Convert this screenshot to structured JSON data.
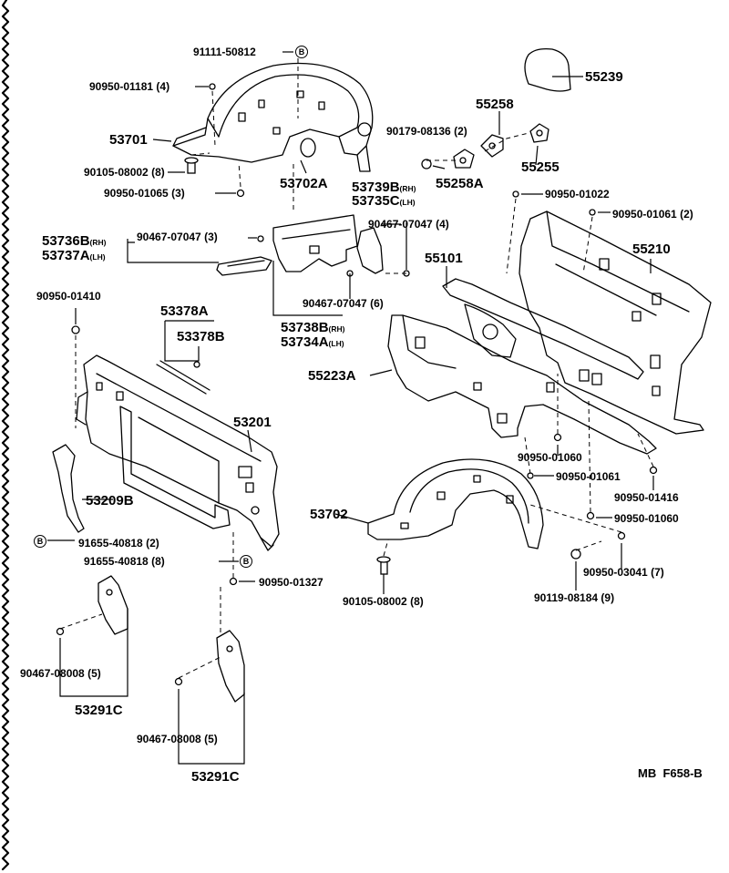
{
  "diagram": {
    "reference_code": "MB  F658-B",
    "callout_letter": "B",
    "callouts": [
      {
        "part": "91111-50812",
        "qty": ""
      },
      {
        "part": "90950-01181",
        "qty": "(4)"
      },
      {
        "part": "53701",
        "qty": ""
      },
      {
        "part": "90105-08002",
        "qty": "(8)"
      },
      {
        "part": "90950-01065",
        "qty": "(3)"
      },
      {
        "part": "53702A",
        "qty": ""
      },
      {
        "part": "90179-08136",
        "qty": "(2)"
      },
      {
        "part": "55258",
        "qty": ""
      },
      {
        "part": "55239",
        "qty": ""
      },
      {
        "part": "55258A",
        "qty": ""
      },
      {
        "part": "55255",
        "qty": ""
      },
      {
        "part": "90950-01022",
        "qty": ""
      },
      {
        "part": "53739B",
        "qty": "(RH)"
      },
      {
        "part": "53735C",
        "qty": "(LH)"
      },
      {
        "part": "90467-07047",
        "qty": "(4)"
      },
      {
        "part": "90950-01061",
        "qty": "(2)"
      },
      {
        "part": "53736B",
        "qty": "(RH)"
      },
      {
        "part": "53737A",
        "qty": "(LH)"
      },
      {
        "part": "90467-07047",
        "qty": "(3)"
      },
      {
        "part": "55101",
        "qty": ""
      },
      {
        "part": "55210",
        "qty": ""
      },
      {
        "part": "90467-07047",
        "qty": "(6)"
      },
      {
        "part": "90950-01410",
        "qty": ""
      },
      {
        "part": "53378A",
        "qty": ""
      },
      {
        "part": "53378B",
        "qty": ""
      },
      {
        "part": "53738B",
        "qty": "(RH)"
      },
      {
        "part": "53734A",
        "qty": "(LH)"
      },
      {
        "part": "55223A",
        "qty": ""
      },
      {
        "part": "53201",
        "qty": ""
      },
      {
        "part": "90950-01060",
        "qty": ""
      },
      {
        "part": "53209B",
        "qty": ""
      },
      {
        "part": "90950-01061",
        "qty": ""
      },
      {
        "part": "90950-01416",
        "qty": ""
      },
      {
        "part": "91655-40818",
        "qty": "(2)"
      },
      {
        "part": "53702",
        "qty": ""
      },
      {
        "part": "90950-01060",
        "qty": ""
      },
      {
        "part": "91655-40818",
        "qty": "(8)"
      },
      {
        "part": "90950-03041",
        "qty": "(7)"
      },
      {
        "part": "90950-01327",
        "qty": ""
      },
      {
        "part": "90105-08002",
        "qty": "(8)"
      },
      {
        "part": "90119-08184",
        "qty": "(9)"
      },
      {
        "part": "90467-08008",
        "qty": "(5)"
      },
      {
        "part": "53291C",
        "qty": ""
      },
      {
        "part": "90467-08008",
        "qty": "(5)"
      },
      {
        "part": "53291C",
        "qty": ""
      }
    ]
  },
  "colors": {
    "ink": "#000000",
    "paper": "#ffffff"
  }
}
